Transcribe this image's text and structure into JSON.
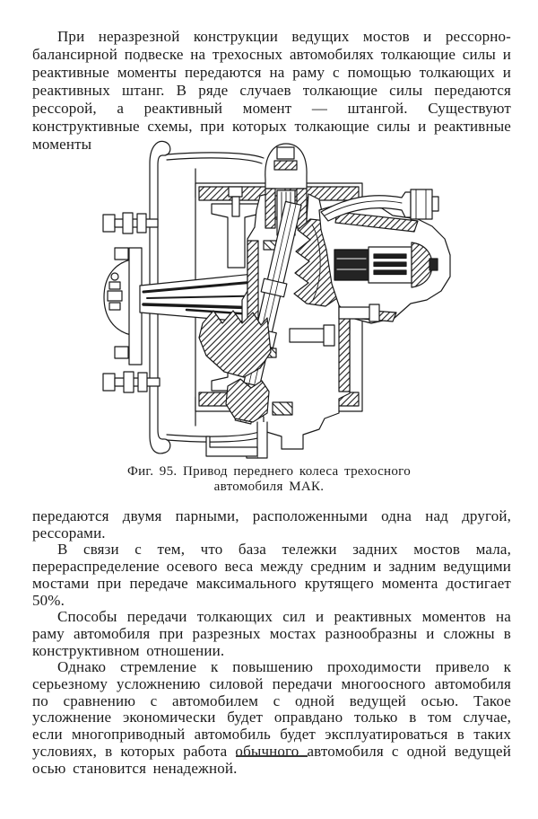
{
  "document": {
    "paragraphs": {
      "p1": "При неразрезной конструкции ведущих мостов и рессорно-балансирной подвеске на трехосных автомобилях толкающие силы и реактивные моменты передаются на раму с помощью толкающих и реактивных штанг. В ряде случаев толкающие силы передаются рессорой, а реактивный момент — штангой. Существуют конструктивные схемы, при которых толкающие силы и реактивные моменты",
      "p2": "передаются двумя парными,  расположенными одна  над другой, рессорами.",
      "p3": "В связи с тем, что база тележки задних мостов мала, перераспределение осевого веса между средним и задним ведущими мостами при передаче максимального крутящего момента достигает 50%.",
      "p4": "Способы передачи толкающих сил и реактивных  моментов на раму автомобиля при разрезных мостах разнообразны и сложны в конструктивном отношении.",
      "p5": "Однако стремление к повышению проходимости привело к серьезному усложнению  силовой передачи  многоосного  автомобиля  по сравнению с автомобилем с одной ведущей осью. Такое усложнение экономически будет  оправдано  только в том случае, если многоприводный автомобиль  будет эксплуатироваться  в  таких  условиях, в которых работа обычного автомобиля с одной ведущей осью становится ненадежной."
    },
    "figure": {
      "caption_line1": "Фиг. 95. Привод переднего колеса трехосного",
      "caption_line2": "автомобиля МАК."
    }
  }
}
